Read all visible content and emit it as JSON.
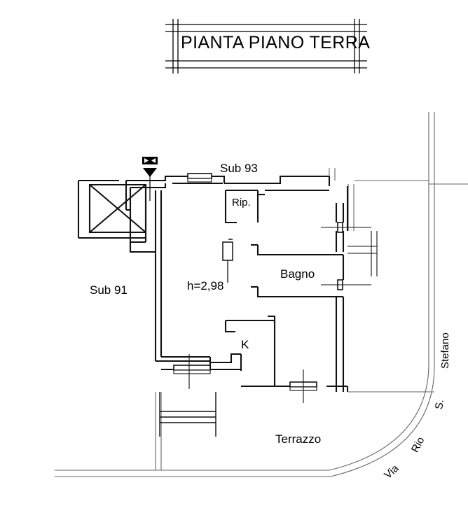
{
  "document": {
    "title": "PIANTA PIANO TERRA",
    "type": "floor-plan",
    "language": "it"
  },
  "title_block": {
    "label": "PIANTA PIANO TERRA"
  },
  "labels": {
    "sub93": "Sub 93",
    "sub91": "Sub 91",
    "storage": "Rip.",
    "bathroom": "Bagno",
    "kitchen": "K",
    "terrace": "Terrazzo",
    "height": "h=2,98"
  },
  "street": {
    "word_via": "Via",
    "word_rio": "Rio",
    "word_s": "S.",
    "word_stefano": "Stefano"
  },
  "symbols": {
    "north_marker": "section-marker",
    "void_shaft": "crossed-square-void"
  },
  "colors": {
    "ink": "#000000",
    "wall": "#111111",
    "thin": "#555555",
    "background": "#ffffff"
  }
}
